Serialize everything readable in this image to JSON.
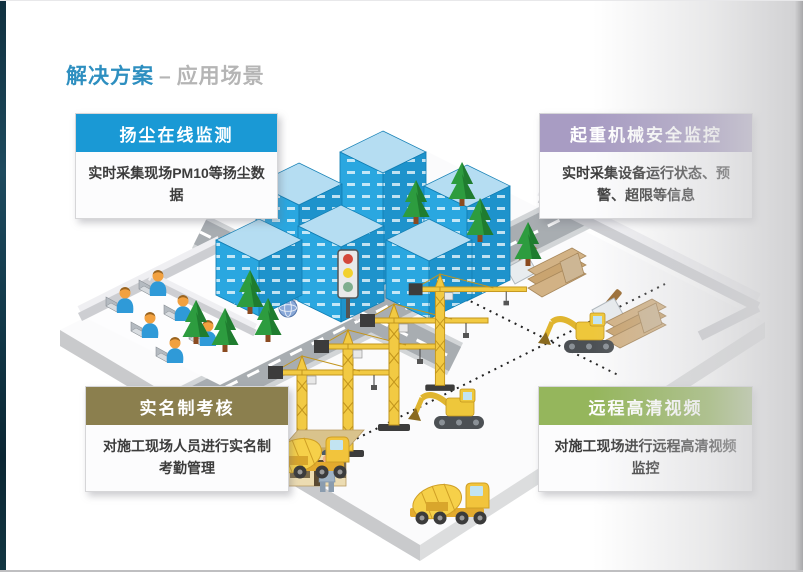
{
  "slide": {
    "title": {
      "primary": "解决方案",
      "separator": "–",
      "secondary": "应用场景"
    }
  },
  "callouts": [
    {
      "id": "dust-monitoring",
      "title": "扬尘在线监测",
      "body": "实时采集现场PM10等扬尘数据",
      "color": "#1a99d5"
    },
    {
      "id": "crane-safety",
      "title": "起重机械安全监控",
      "body": "实时采集设备运行状态、预警、超限等信息",
      "color": "#a89cc3"
    },
    {
      "id": "realname-check",
      "title": "实名制考核",
      "body": "对施工现场人员进行实名制考勤管理",
      "color": "#8b7f4e"
    },
    {
      "id": "remote-hd-video",
      "title": "远程高清视频",
      "body": "对施工现场进行远程高清视频监控",
      "color": "#95b65c"
    }
  ],
  "colors": {
    "title_primary": "#2e8fc0",
    "title_secondary": "#b5b5b5",
    "building_blue": "#2aa7e0",
    "crane_yellow": "#f2ca43",
    "tree_green": "#2d9c3f",
    "road_gray": "#a8adb1"
  },
  "illustration": {
    "scene": "isometric construction site",
    "elements": [
      "city-buildings",
      "roads-with-crosswalk",
      "traffic-light",
      "trees",
      "office-workers-with-laptops",
      "monitoring-servers",
      "tower-cranes",
      "excavators",
      "cement-mixer-trucks",
      "construction-materials",
      "site-office-with-guard",
      "site-boundary-dotted-lines"
    ]
  }
}
